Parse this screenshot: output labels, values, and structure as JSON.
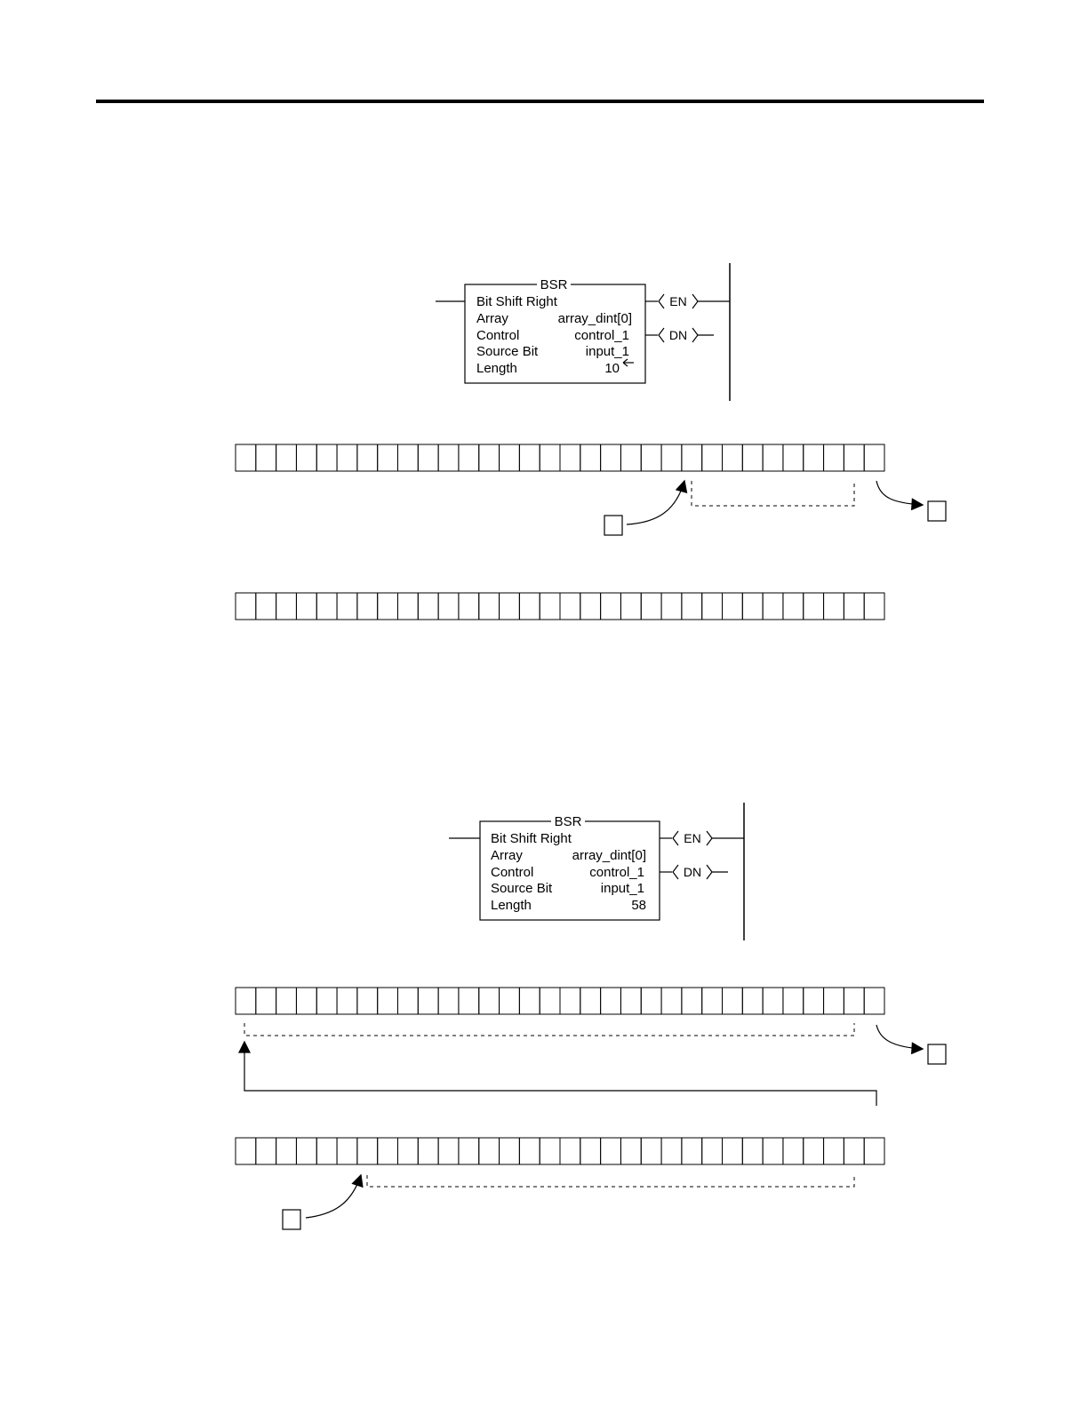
{
  "examples": [
    {
      "instruction": {
        "mnemonic": "BSR",
        "description": "Bit Shift Right",
        "operands": [
          {
            "label": "Array",
            "value": "array_dint[0]"
          },
          {
            "label": "Control",
            "value": "control_1"
          },
          {
            "label": "Source Bit",
            "value": "input_1"
          },
          {
            "label": "Length",
            "value": "10"
          }
        ],
        "length_has_arrow": true,
        "outputs": [
          "EN",
          "DN"
        ]
      },
      "rows": [
        {
          "bits": 32
        },
        {
          "bits": 32
        }
      ]
    },
    {
      "instruction": {
        "mnemonic": "BSR",
        "description": "Bit Shift Right",
        "operands": [
          {
            "label": "Array",
            "value": "array_dint[0]"
          },
          {
            "label": "Control",
            "value": "control_1"
          },
          {
            "label": "Source Bit",
            "value": "input_1"
          },
          {
            "label": "Length",
            "value": "58"
          }
        ],
        "length_has_arrow": false,
        "outputs": [
          "EN",
          "DN"
        ]
      },
      "rows": [
        {
          "bits": 32
        },
        {
          "bits": 32
        }
      ]
    }
  ],
  "colors": {
    "line": "#000000",
    "background": "#ffffff"
  }
}
